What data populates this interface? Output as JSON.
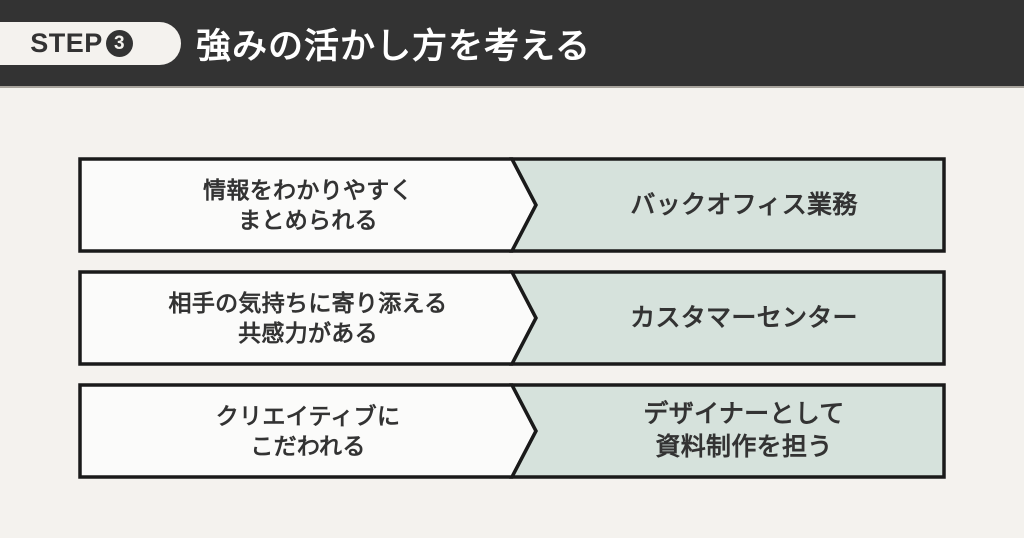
{
  "page": {
    "background_color": "#f4f2ee",
    "header_color": "#333333",
    "accent_green": "#d6e2dc",
    "text_color": "#333333"
  },
  "header": {
    "badge_label": "STEP",
    "badge_number": "3",
    "title": "強みの活かし方を考える"
  },
  "rows": [
    {
      "strength_line1": "情報をわかりやすく",
      "strength_line2": "まとめられる",
      "role_line1": "バックオフィス業務",
      "role_line2": ""
    },
    {
      "strength_line1": "相手の気持ちに寄り添える",
      "strength_line2": "共感力がある",
      "role_line1": "カスタマーセンター",
      "role_line2": ""
    },
    {
      "strength_line1": "クリエイティブに",
      "strength_line2": "こだわれる",
      "role_line1": "デザイナーとして",
      "role_line2": "資料制作を担う"
    }
  ]
}
